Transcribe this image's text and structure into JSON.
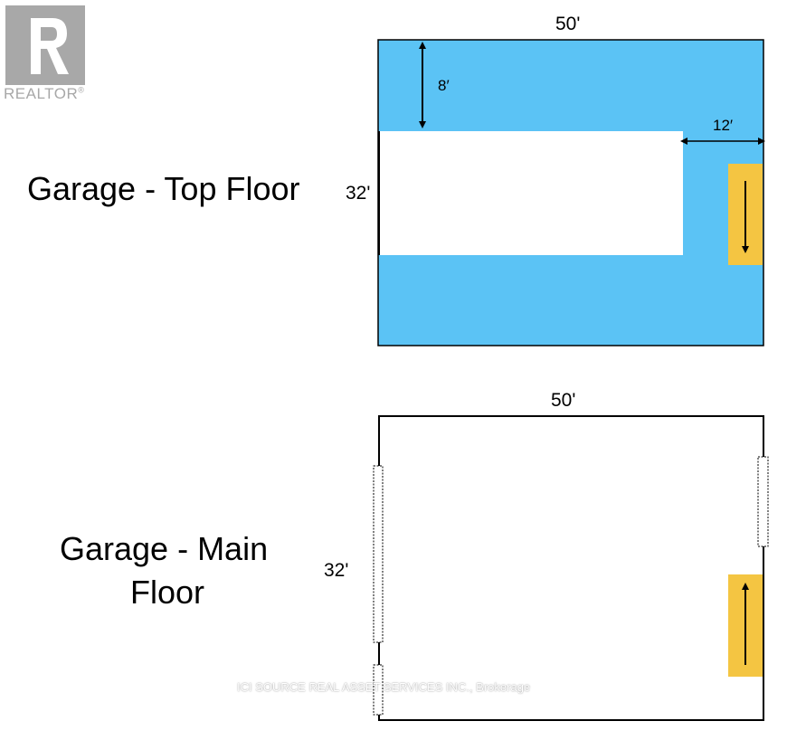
{
  "logo": {
    "text": "REALTOR",
    "mark": "®",
    "icon": "realtor-r-logo-icon"
  },
  "top_floor": {
    "title": "Garage - Top Floor",
    "width_label": "50'",
    "depth_label": "32'",
    "inner_vertical_label": "8′",
    "inner_horizontal_label": "12′",
    "stair_direction": "down"
  },
  "main_floor": {
    "title_line1": "Garage - Main",
    "title_line2": "Floor",
    "width_label": "50'",
    "depth_label": "32'",
    "stair_direction": "up"
  },
  "watermark": "ICI SOURCE REAL ASSET SERVICES INC., Brokerage",
  "colors": {
    "floor_blue": "#5bc3f5",
    "stair_yellow": "#f4c542",
    "outline": "#000000",
    "logo_gray": "#a8a8a8"
  }
}
